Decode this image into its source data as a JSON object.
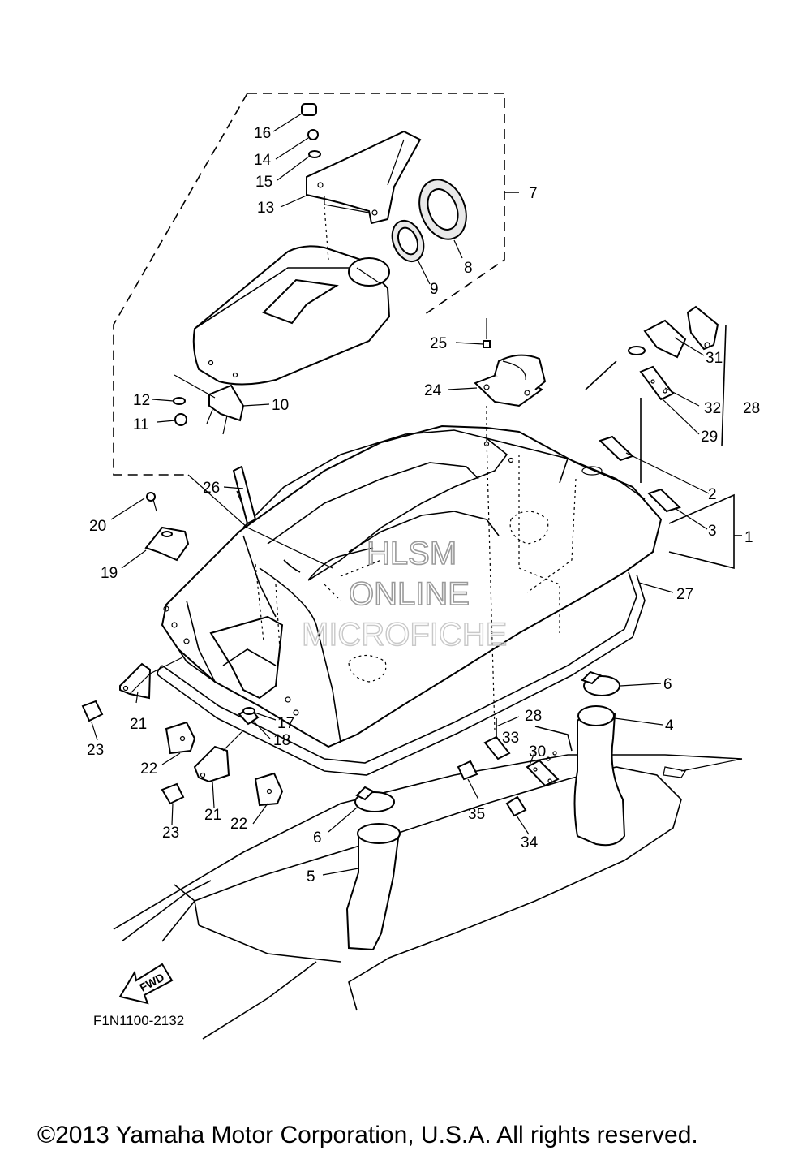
{
  "diagram": {
    "code": "F1N1100-2132",
    "fwd_label": "FWD",
    "watermark": [
      "HLSM",
      "ONLINE",
      "MICROFICHE"
    ],
    "copyright": "©2013 Yamaha Motor Corporation, U.S.A. All rights reserved.",
    "callouts": {
      "c1": "1",
      "c2": "2",
      "c3": "3",
      "c4": "4",
      "c5": "5",
      "c6a": "6",
      "c6b": "6",
      "c7": "7",
      "c8": "8",
      "c9": "9",
      "c10": "10",
      "c11": "11",
      "c12": "12",
      "c13": "13",
      "c14": "14",
      "c15": "15",
      "c16": "16",
      "c17": "17",
      "c18": "18",
      "c19": "19",
      "c20": "20",
      "c21a": "21",
      "c21b": "21",
      "c22a": "22",
      "c22b": "22",
      "c23a": "23",
      "c23b": "23",
      "c24": "24",
      "c25": "25",
      "c26": "26",
      "c27": "27",
      "c28a": "28",
      "c28b": "28",
      "c29": "29",
      "c30": "30",
      "c31": "31",
      "c32": "32",
      "c33": "33",
      "c34": "34",
      "c35": "35"
    }
  }
}
